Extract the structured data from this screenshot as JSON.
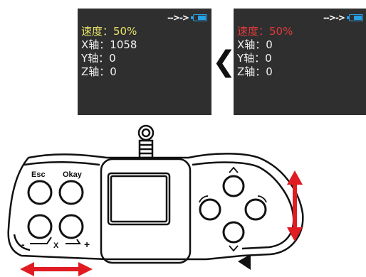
{
  "colors": {
    "speed_left": "#e8e36a",
    "speed_right": "#e03a3a",
    "battery": "#27a0e8"
  },
  "screens": [
    {
      "status": "-->->",
      "speed": "速度：50%",
      "x": "X轴：1058",
      "y": "Y轴：0",
      "z": "Z轴：0"
    },
    {
      "status": "-->->",
      "speed": "速度：50%",
      "x": "X轴：0",
      "y": "Y轴：0",
      "z": "Z轴：0"
    }
  ],
  "battery_level": 0.6,
  "controller": {
    "esc_label": "Esc",
    "okay_label": "Okay",
    "minus_label": "-",
    "x_label": "X",
    "plus_label": "+"
  },
  "arrow_icon": "chevron-left-icon"
}
